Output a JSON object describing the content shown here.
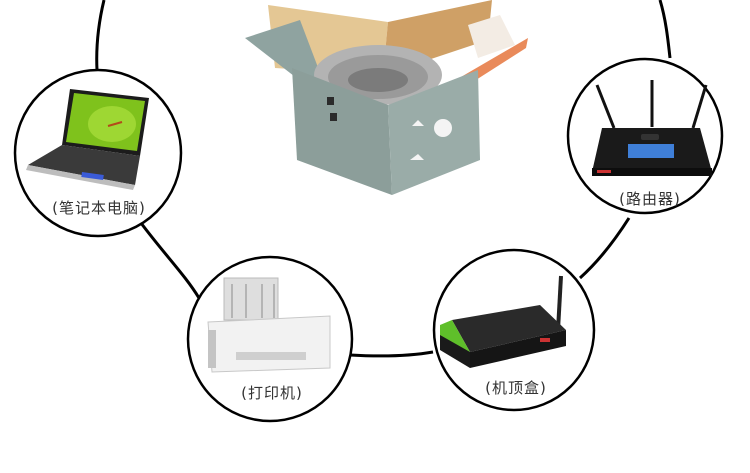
{
  "diagram": {
    "hub": {
      "name": "network-cable-box",
      "description": "Box of gray network cable (spool)"
    },
    "devices": [
      {
        "id": "laptop",
        "label": "(笔记本电脑)"
      },
      {
        "id": "router",
        "label": "(路由器)"
      },
      {
        "id": "printer",
        "label": "(打印机)"
      },
      {
        "id": "settop",
        "label": "(机顶盒)"
      }
    ],
    "colors": {
      "line": "#000000",
      "background": "#ffffff",
      "label": "#333333",
      "box_side": "#8a9c98",
      "box_flap": "#d9b47e",
      "box_orange": "#e98a5a",
      "cable": "#a8a8a8",
      "laptop_screen": "#7fc21c",
      "router_body": "#1a1a1a",
      "router_display": "#3f7fd8",
      "settop_body": "#222222",
      "settop_accent": "#5fbf2a",
      "printer_body": "#eeeeee"
    }
  }
}
